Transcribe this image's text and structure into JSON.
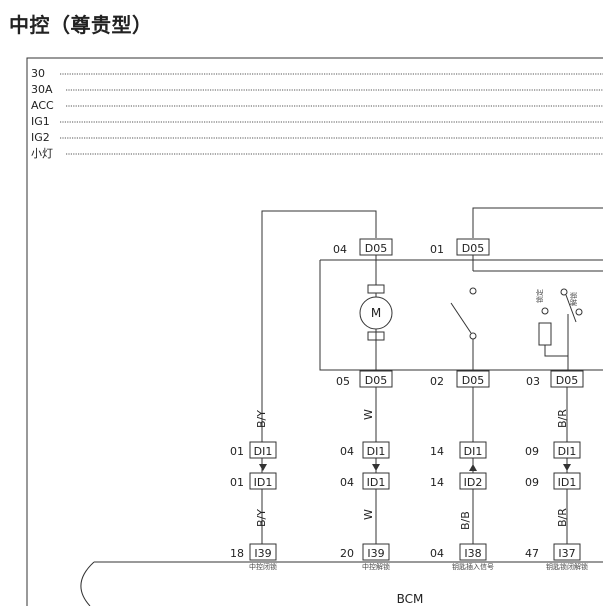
{
  "title": "中控（尊贵型）",
  "power_rails": [
    "30",
    "30A",
    "ACC",
    "IG1",
    "IG2",
    "小灯"
  ],
  "module_label": "BCM",
  "components": {
    "motor_symbol": "M",
    "switch_labels": [
      "锁定",
      "解锁"
    ]
  },
  "circuits": [
    {
      "top_pin": "",
      "top_connector": "",
      "bottom_pin_motor": "",
      "wire_top": "B/Y",
      "mid_pin_1": "01",
      "mid_connector_1": "DI1",
      "mid_pin_2": "01",
      "mid_connector_2": "ID1",
      "wire_bottom": "B/Y",
      "bcm_pin": "18",
      "bcm_connector": "I39",
      "bcm_signal": "中控闭锁"
    },
    {
      "top_pin": "04",
      "top_connector": "D05",
      "bottom_pin_motor": "05",
      "bottom_connector_motor": "D05",
      "wire_top": "W",
      "mid_pin_1": "04",
      "mid_connector_1": "DI1",
      "mid_pin_2": "04",
      "mid_connector_2": "ID1",
      "wire_bottom": "W",
      "bcm_pin": "20",
      "bcm_connector": "I39",
      "bcm_signal": "中控解锁"
    },
    {
      "top_pin": "01",
      "top_connector": "D05",
      "bottom_pin_motor": "02",
      "bottom_connector_motor": "D05",
      "wire_top": "",
      "mid_pin_1": "14",
      "mid_connector_1": "DI1",
      "mid_pin_2": "14",
      "mid_connector_2": "ID2",
      "wire_bottom": "B/B",
      "bcm_pin": "04",
      "bcm_connector": "I38",
      "bcm_signal": "钥匙插入信号"
    },
    {
      "top_pin": "",
      "top_connector": "",
      "bottom_pin_motor": "03",
      "bottom_connector_motor": "D05",
      "wire_top": "B/R",
      "mid_pin_1": "09",
      "mid_connector_1": "DI1",
      "mid_pin_2": "09",
      "mid_connector_2": "ID1",
      "wire_bottom": "B/R",
      "bcm_pin": "47",
      "bcm_connector": "I37",
      "bcm_signal": "钥匙锁闭解锁"
    }
  ]
}
